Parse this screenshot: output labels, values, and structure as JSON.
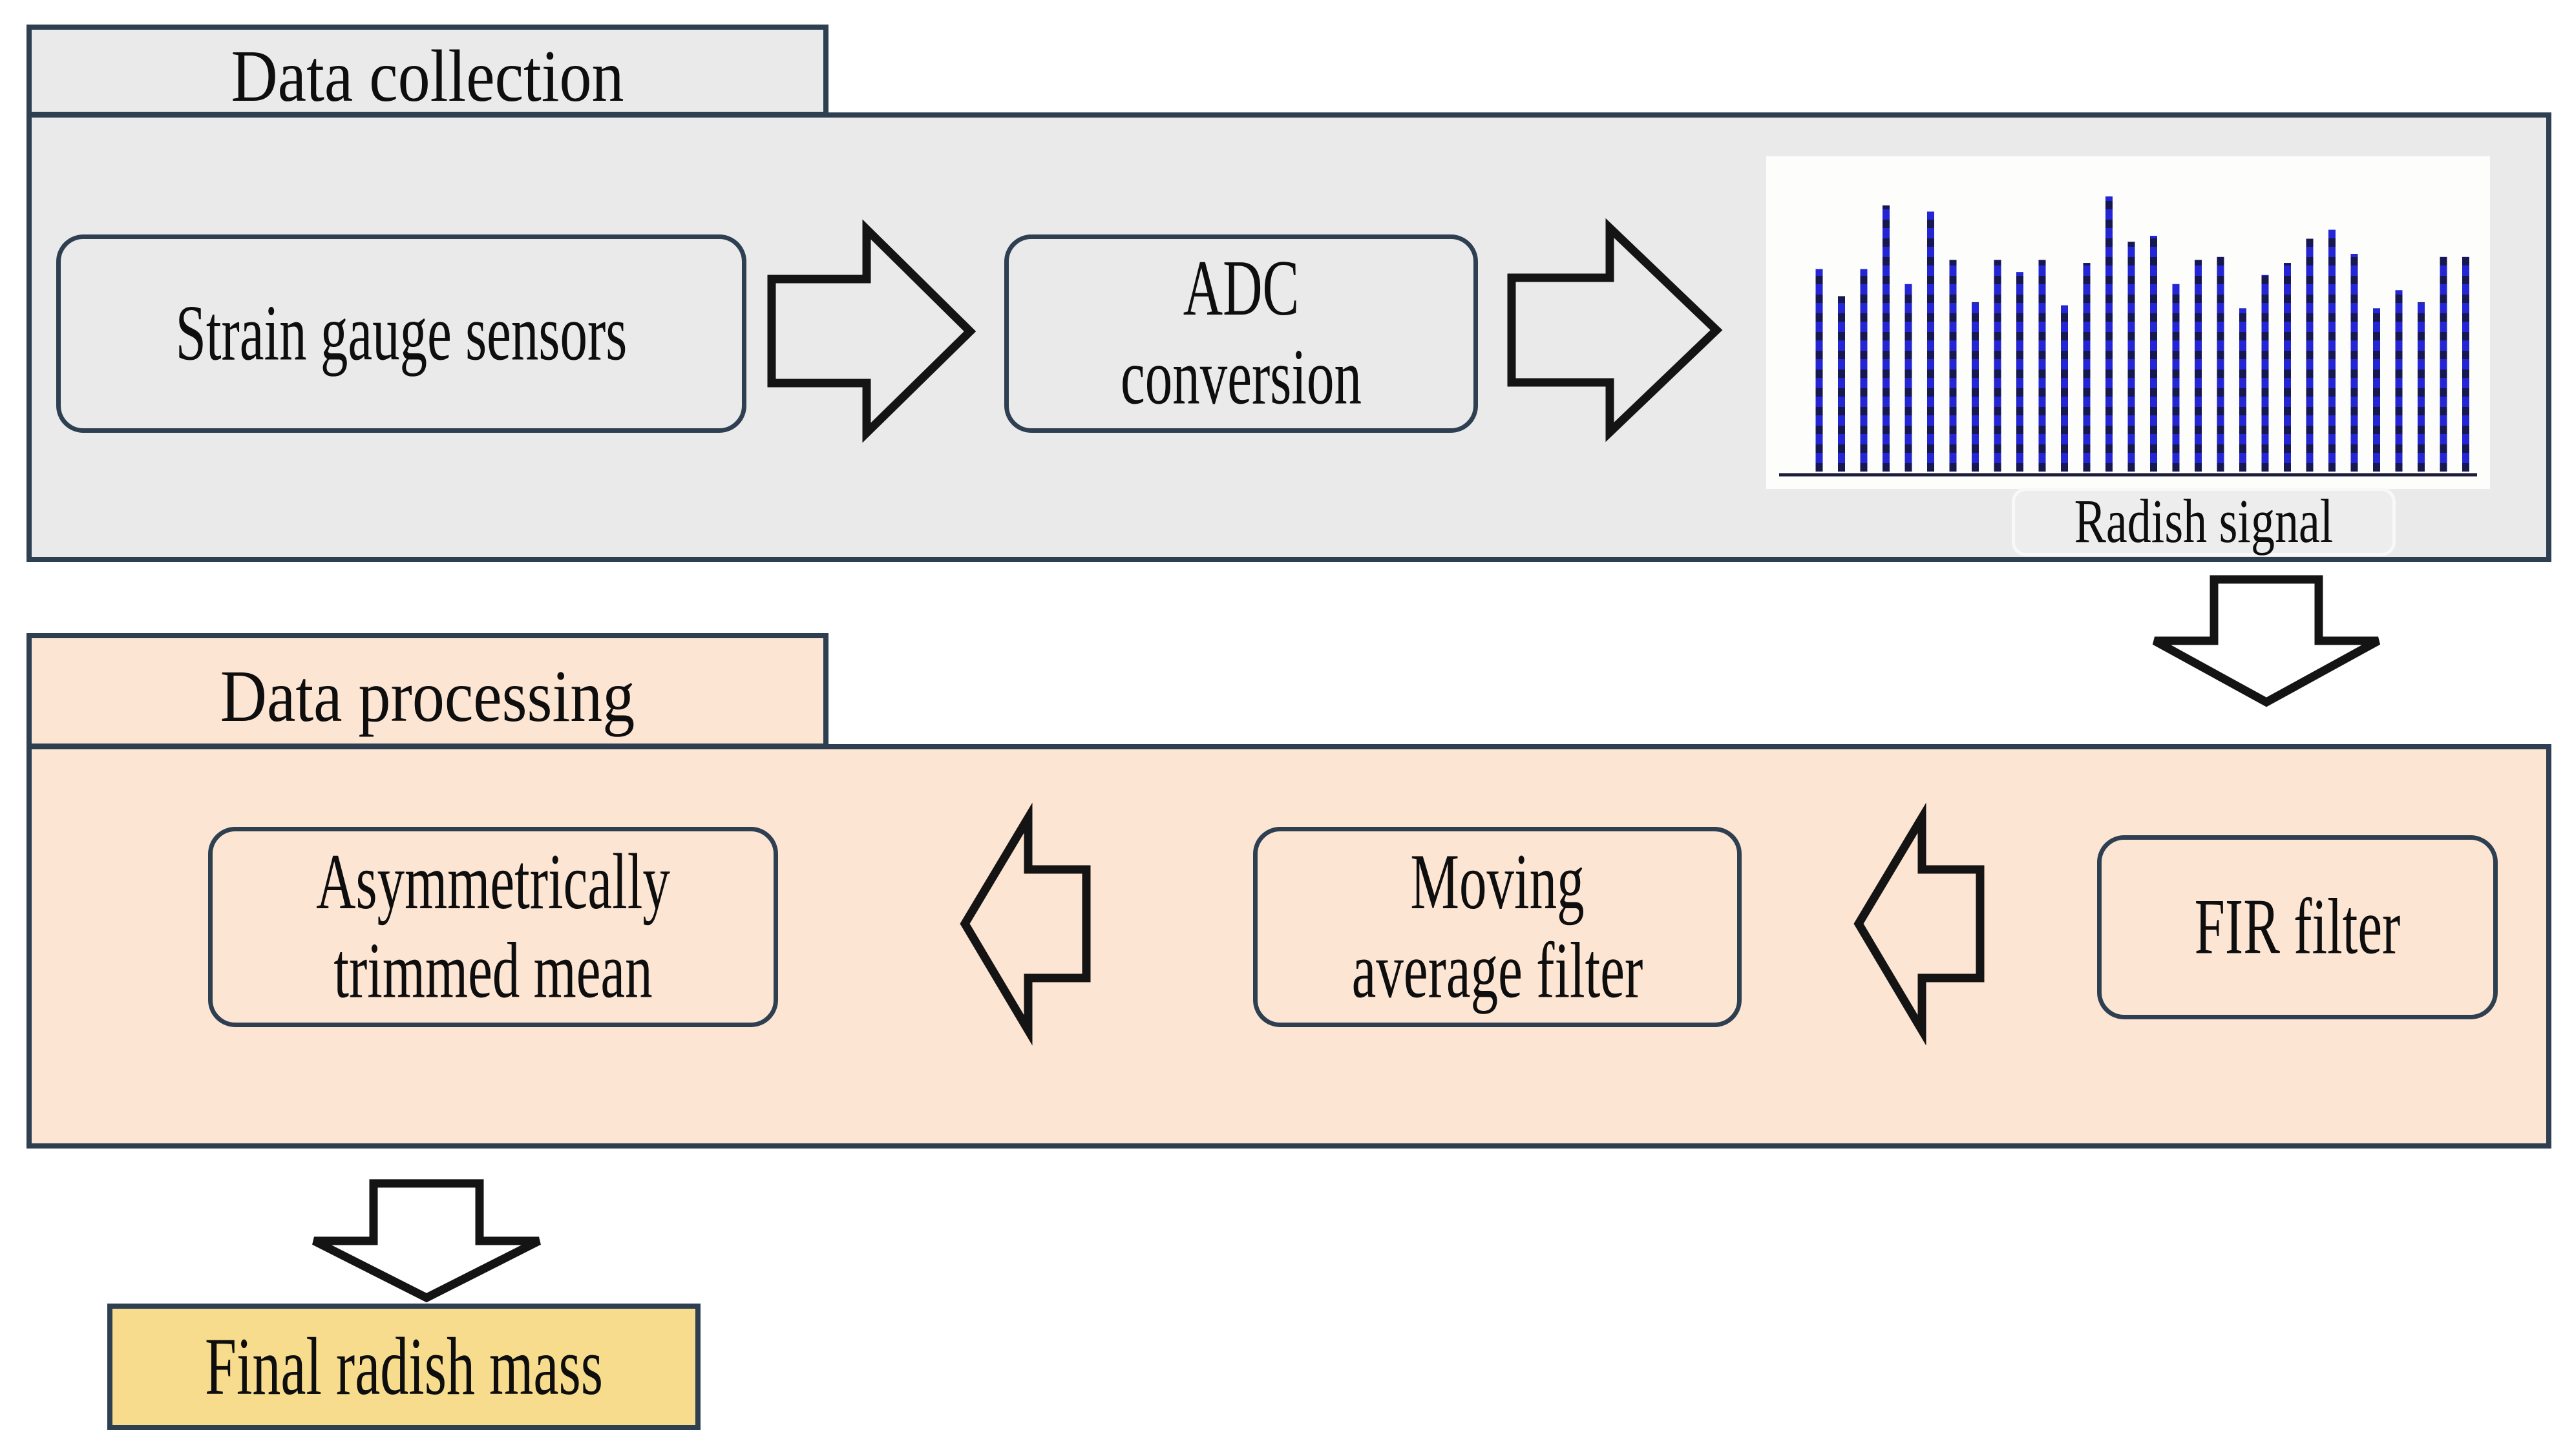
{
  "colors": {
    "border": "#2d3f50",
    "arrow_outline": "#141414",
    "collection_fill": "#e9eae9",
    "processing_fill": "#fde5d3",
    "final_fill": "#f6dc8c",
    "chart_bg": "#fdfdfc",
    "stem_blue": "#2426d6",
    "stem_dash": "#16184f",
    "axis": "#1a1c3a",
    "chip_fill": "#ededed",
    "text": "#0e0e0e",
    "canvas_bg": "#ffffff"
  },
  "collection": {
    "title": "Data collection",
    "sensor_box": "Strain gauge sensors",
    "adc_box": "ADC\nconversion",
    "signal_caption": "Radish signal"
  },
  "processing": {
    "title": "Data processing",
    "fir_box": "FIR filter",
    "moving_box": "Moving\naverage filter",
    "trimmed_box": "Asymmetrically\ntrimmed mean"
  },
  "output": {
    "final_box": "Final radish mass"
  },
  "chart_data": {
    "type": "bar",
    "subtype": "stem",
    "title": "Radish signal",
    "xlabel": "",
    "ylabel": "",
    "legend": false,
    "grid": false,
    "ylim": [
      0,
      1
    ],
    "x": [
      1,
      2,
      3,
      4,
      5,
      6,
      7,
      8,
      9,
      10,
      11,
      12,
      13,
      14,
      15,
      16,
      17,
      18,
      19,
      20,
      21,
      22,
      23,
      24,
      25,
      26,
      27,
      28,
      29,
      30
    ],
    "values": [
      0.67,
      0.58,
      0.67,
      0.88,
      0.62,
      0.86,
      0.7,
      0.56,
      0.7,
      0.66,
      0.7,
      0.55,
      0.69,
      0.91,
      0.76,
      0.78,
      0.62,
      0.7,
      0.71,
      0.54,
      0.65,
      0.69,
      0.77,
      0.8,
      0.72,
      0.54,
      0.6,
      0.56,
      0.71,
      0.71
    ],
    "note": "Unlabeled blue dashed stem plot; heights normalized to plot height"
  }
}
